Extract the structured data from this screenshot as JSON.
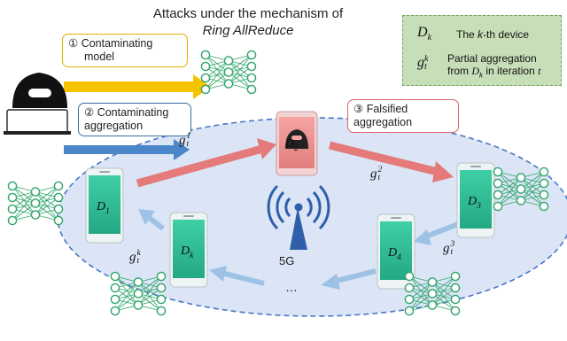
{
  "title": {
    "line1": "Attacks under the mechanism of",
    "line2": "Ring AllReduce"
  },
  "legend": {
    "device_symbol": "D",
    "device_sub": "k",
    "device_desc_pre": "The ",
    "device_desc_k": "k",
    "device_desc_post": "-th device",
    "grad_symbol": "g",
    "grad_sub": "t",
    "grad_sup": "k",
    "grad_desc_line1": "Partial aggregation",
    "grad_desc_line2_pre": "from ",
    "grad_desc_D": "D",
    "grad_desc_Dsub": "k",
    "grad_desc_line2_post": " in iteration ",
    "grad_desc_t": "t"
  },
  "callouts": {
    "c1": {
      "num": "①",
      "line1": "Contaminating",
      "line2": "model"
    },
    "c2": {
      "num": "②",
      "line1": "Contaminating",
      "line2": "aggregation"
    },
    "c3": {
      "num": "③",
      "line1": "Falsified",
      "line2": "aggregation"
    }
  },
  "devices": [
    {
      "name": "D",
      "sub": "1"
    },
    {
      "name": "D",
      "sub": "2"
    },
    {
      "name": "D",
      "sub": "3"
    },
    {
      "name": "D",
      "sub": "4"
    },
    {
      "name": "D",
      "sub": "k"
    }
  ],
  "gradients": [
    {
      "sym": "g",
      "sub": "t",
      "sup": "1"
    },
    {
      "sym": "g",
      "sub": "t",
      "sup": "2"
    },
    {
      "sym": "g",
      "sub": "t",
      "sup": "3"
    },
    {
      "sym": "g",
      "sub": "t",
      "sup": "k"
    }
  ],
  "network_label": "5G",
  "ellipsis": "…",
  "icons": [
    "hacker-icon",
    "smartphone-icon",
    "neural-network-icon",
    "antenna-icon",
    "arrow-icon"
  ],
  "colors": {
    "ring_fill": "#dbe5f6",
    "ring_border": "#4a76c6",
    "phone_green": "#2fbf96",
    "phone_red": "#ef8d8d",
    "arrow_blue": "#9ec2e6",
    "arrow_red": "#e47a7a",
    "arrow_yellow": "#f5c300",
    "arrow_darkblue": "#4a86c8",
    "nn_green": "#2fa56a",
    "legend_fill": "#c7dfb8"
  }
}
